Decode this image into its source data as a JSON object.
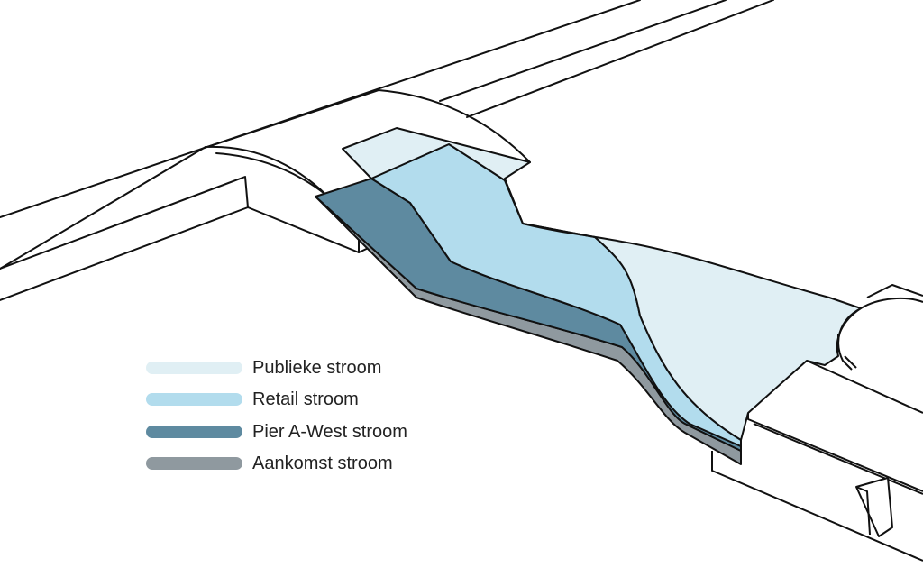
{
  "colors": {
    "line": "#111111",
    "publieke": "#e0eff4",
    "retail": "#b2dced",
    "pier": "#5e8aa0",
    "aankomst": "#8f999f"
  },
  "legend": [
    {
      "label": "Publieke stroom",
      "color": "#e0eff4"
    },
    {
      "label": "Retail stroom",
      "color": "#b2dced"
    },
    {
      "label": "Pier A-West stroom",
      "color": "#5e8aa0"
    },
    {
      "label": "Aankomst stroom",
      "color": "#8f999f"
    }
  ]
}
